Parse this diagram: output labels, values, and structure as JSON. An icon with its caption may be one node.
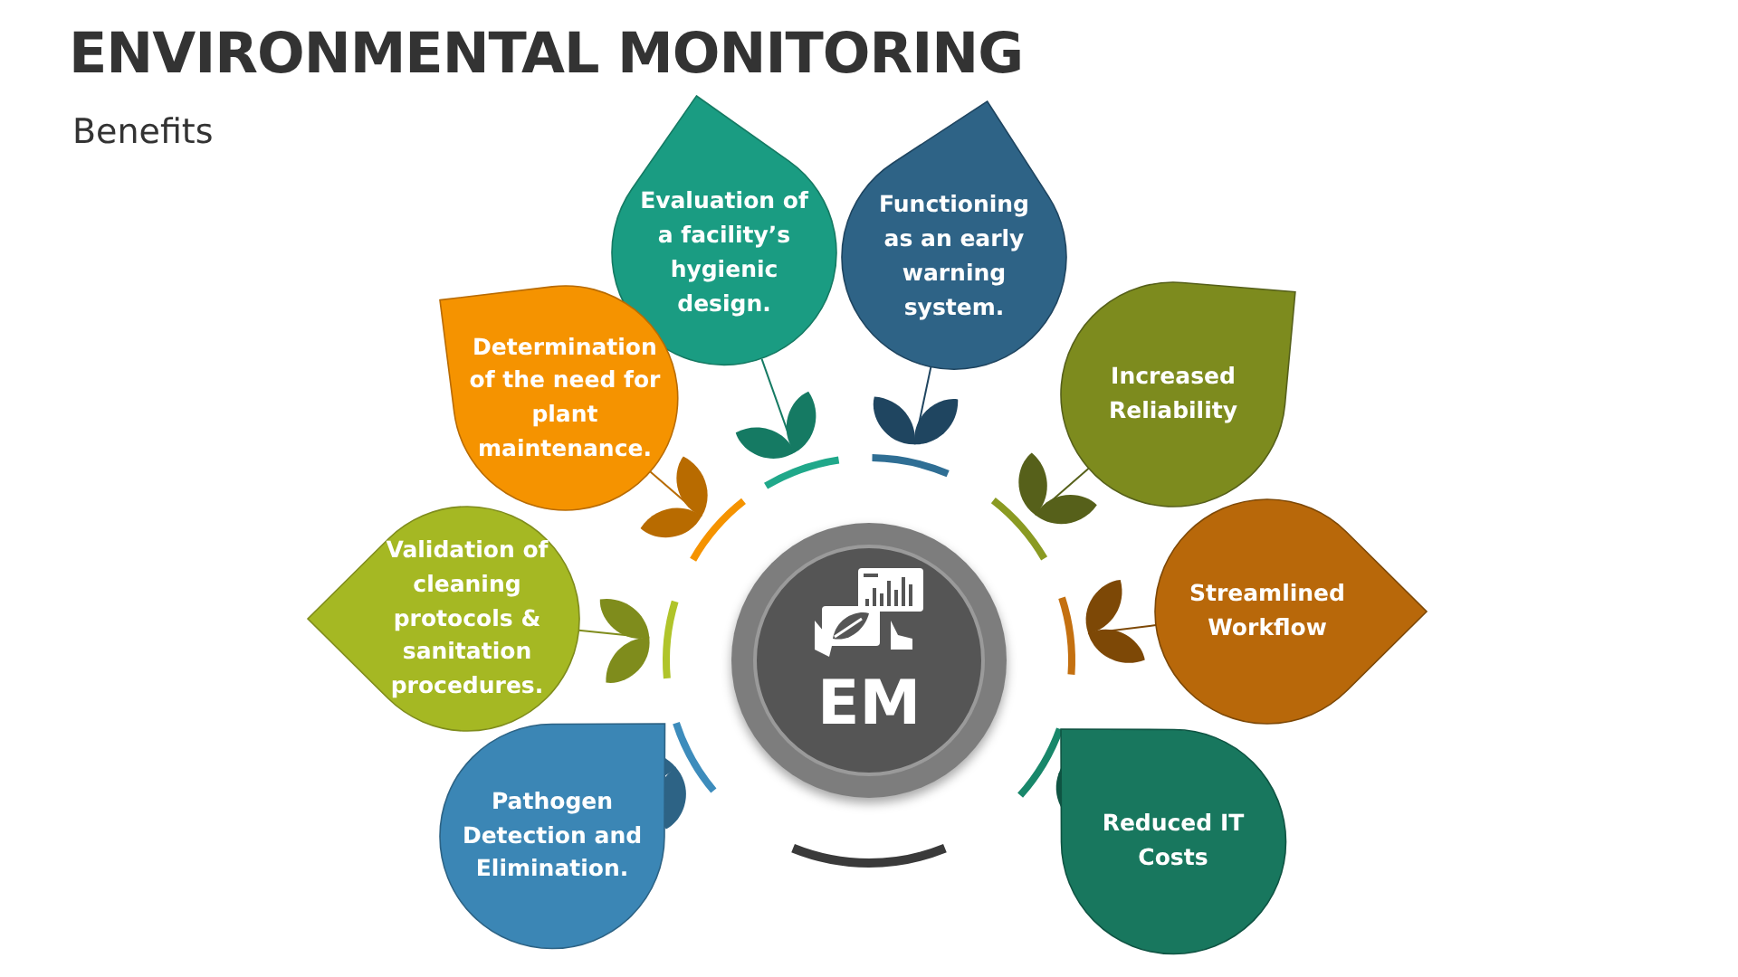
{
  "diagram": {
    "title": "ENVIRONMENTAL MONITORING",
    "caption": "Benefits",
    "nodes": [
      {
        "text": [
          "EM"
        ]
      },
      {
        "text": [
          "Evaluation of a facility’s hygienic design."
        ]
      },
      {
        "text": [
          "Functioning as an early warning system."
        ]
      },
      {
        "text": [
          "Determination of the need for plant maintenance."
        ]
      },
      {
        "text": [
          "Increased Reliability"
        ]
      },
      {
        "text": [
          "Validation of cleaning protocols & sanitation procedures."
        ]
      },
      {
        "text": [
          "Streamlined Workflow"
        ]
      },
      {
        "text": [
          "Pathogen Detection and Elimination."
        ]
      },
      {
        "text": [
          "Reduced IT Costs"
        ]
      }
    ]
  }
}
